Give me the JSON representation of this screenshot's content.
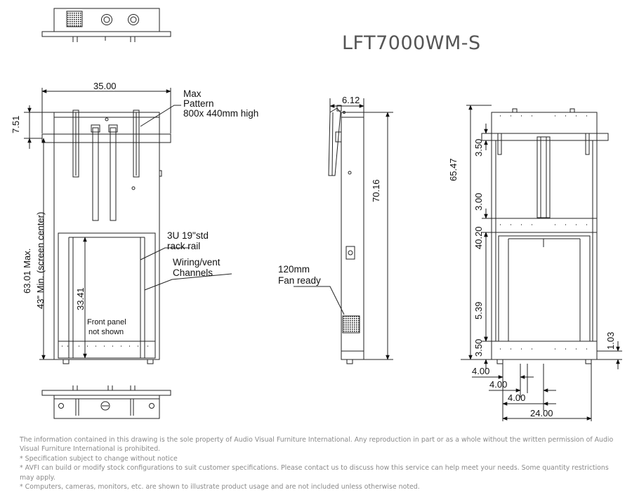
{
  "title": "LFT7000WM-S",
  "front_view": {
    "dim_width": "35.00",
    "dim_top": "7.51",
    "dim_height": "63.01 Max.",
    "dim_min": "43\" Min. (screen center)",
    "dim_rack": "33.41",
    "label_pattern": [
      "Max",
      "Pattern",
      "800x 440mm high"
    ],
    "label_rack": [
      "3U  19\"std",
      "rack rail"
    ],
    "label_wiring": [
      "Wiring/vent",
      "Channels"
    ],
    "label_front_panel": [
      "Front panel",
      "not shown"
    ]
  },
  "side_view": {
    "dim_depth": "6.12",
    "dim_height": "70.16",
    "label_fan": [
      "120mm",
      "Fan ready"
    ]
  },
  "rear_view": {
    "dim_total": "65.47",
    "dim_top": "3.50",
    "dim_a": "3.00",
    "dim_b": "40.20",
    "dim_c": "5.39",
    "dim_d": "3.50",
    "dim_right": "1.03",
    "dim_h1": "4.00",
    "dim_h2": "4.00",
    "dim_h3": "4.00",
    "dim_width": "24.00"
  },
  "footer": [
    "The information contained in this drawing is the sole property of Audio Visual Furniture International. Any reproduction in part or as a whole without the written permission of Audio Visual Furniture International is prohibited.",
    "* Specification subject to change without notice",
    "* AVFI can build or modify stock configurations to suit customer specifications. Please contact us to discuss how this service can help meet your needs. Some quantity restrictions may apply.",
    "* Computers, cameras, monitors, etc. are shown to illustrate product usage and are not included unless otherwise noted."
  ]
}
